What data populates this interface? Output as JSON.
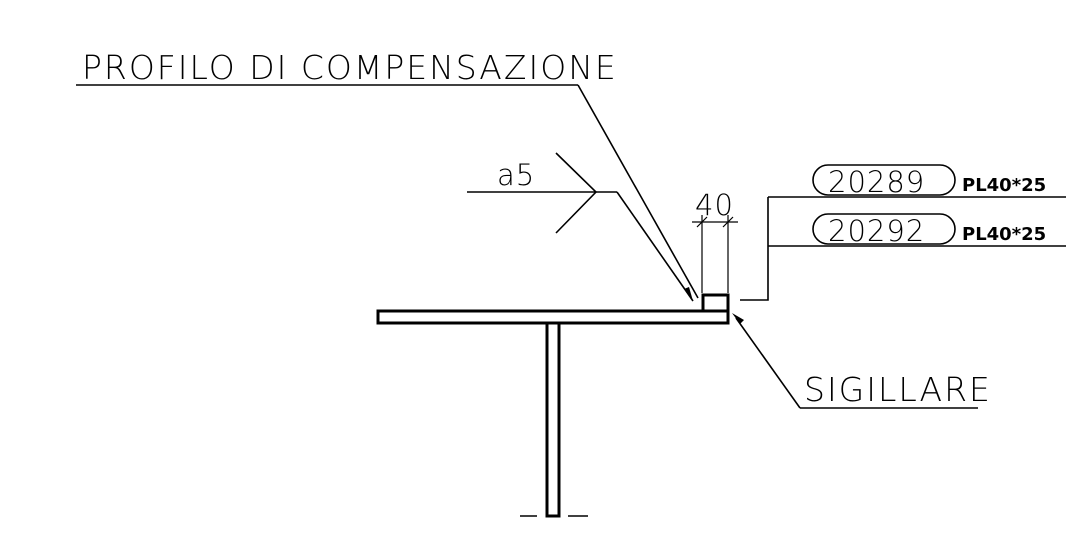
{
  "labels": {
    "compensation_profile": "PROFILO DI COMPENSAZIONE",
    "weld": "a5",
    "dimension": "40",
    "seal": "SIGILLARE"
  },
  "parts": [
    {
      "code": "20289",
      "spec": "PL40*25"
    },
    {
      "code": "20292",
      "spec": "PL40*25"
    }
  ],
  "colors": {
    "line": "#000000",
    "background": "#ffffff"
  }
}
